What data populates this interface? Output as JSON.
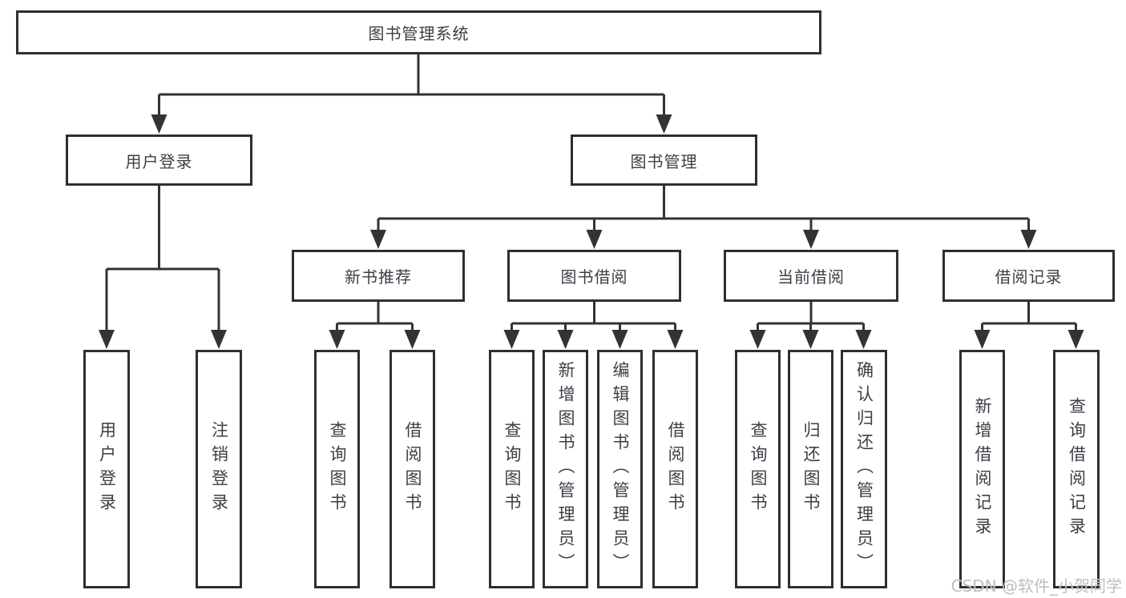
{
  "colors": {
    "line": "#333333",
    "box_border": "#2f2f2f",
    "text": "#3b3f46",
    "watermark": "#b9b9b9",
    "background": "#ffffff"
  },
  "tree": {
    "root": "图书管理系统",
    "branches": [
      {
        "label": "用户登录",
        "children": [
          "用户登录",
          "注销登录"
        ]
      },
      {
        "label": "图书管理",
        "groups": [
          {
            "label": "新书推荐",
            "children": [
              "查询图书",
              "借阅图书"
            ]
          },
          {
            "label": "图书借阅",
            "children": [
              "查询图书",
              "新增图书（管理员）",
              "编辑图书（管理员）",
              "借阅图书"
            ]
          },
          {
            "label": "当前借阅",
            "children": [
              "查询图书",
              "归还图书",
              "确认归还（管理员）"
            ]
          },
          {
            "label": "借阅记录",
            "children": [
              "新增借阅记录",
              "查询借阅记录"
            ]
          }
        ]
      }
    ]
  },
  "watermark": {
    "text": "CSDN @软件_小贺同学"
  }
}
